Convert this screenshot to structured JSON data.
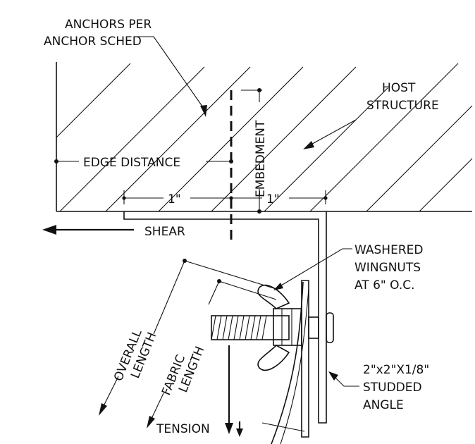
{
  "labels": {
    "anchors_line1": "ANCHORS PER",
    "anchors_line2": "ANCHOR SCHED",
    "host_line1": "HOST",
    "host_line2": "STRUCTURE",
    "edge_distance": "EDGE DISTANCE",
    "embedment": "EMBEDMENT",
    "dim_left": "1\"",
    "dim_right": "1\"",
    "shear": "SHEAR",
    "washered_line1": "WASHERED",
    "washered_line2": "WINGNUTS",
    "washered_line3": "AT 6\" O.C.",
    "overall_line1": "OVERALL",
    "overall_line2": "LENGTH",
    "fabric_line1": "FABRIC",
    "fabric_line2": "LENGTH",
    "angle_line1": "2\"x2\"X1/8\"",
    "angle_line2": "STUDDED",
    "angle_line3": "ANGLE",
    "tension": "TENSION"
  }
}
